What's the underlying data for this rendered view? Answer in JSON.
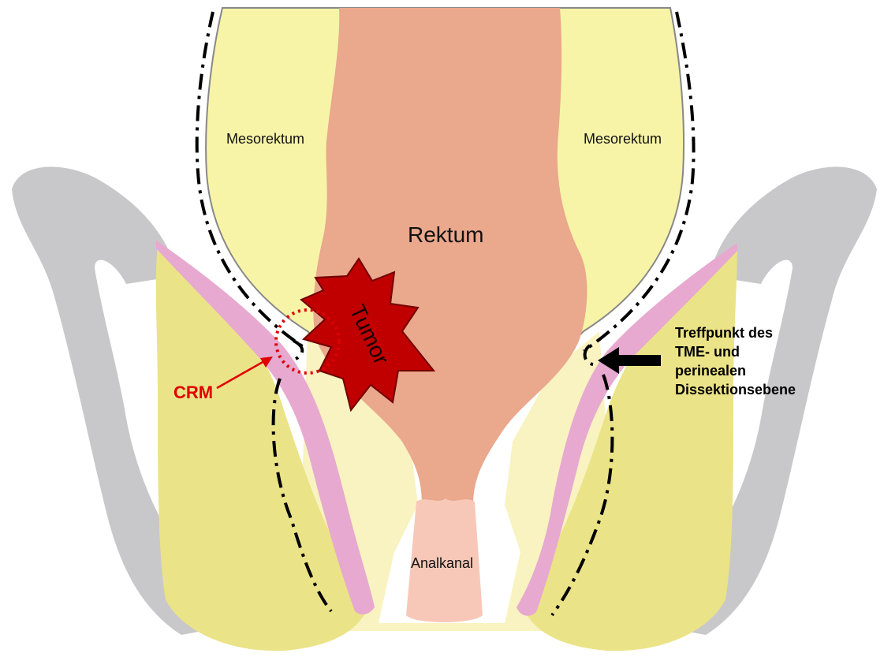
{
  "labels": {
    "mesorektum_left": "Mesorektum",
    "mesorektum_right": "Mesorektum",
    "rektum": "Rektum",
    "tumor": "Tumor",
    "crm": "CRM",
    "analkanal": "Analkanal",
    "treffpunkt": [
      "Treffpunkt des",
      "TME- und",
      "perinealen",
      "Dissektionsebene"
    ]
  },
  "colors": {
    "mesorectum_fat": "#F7F4A8",
    "pelvic_fat": "#EBE387",
    "bone": "#C8C8CA",
    "rectum": "#EAA88C",
    "anal_canal": "#F7C8B8",
    "levator_muscle": "#E7A9CF",
    "tumor": "#C00000",
    "crm_marker": "#E00000",
    "dissection_line": "#000000"
  }
}
